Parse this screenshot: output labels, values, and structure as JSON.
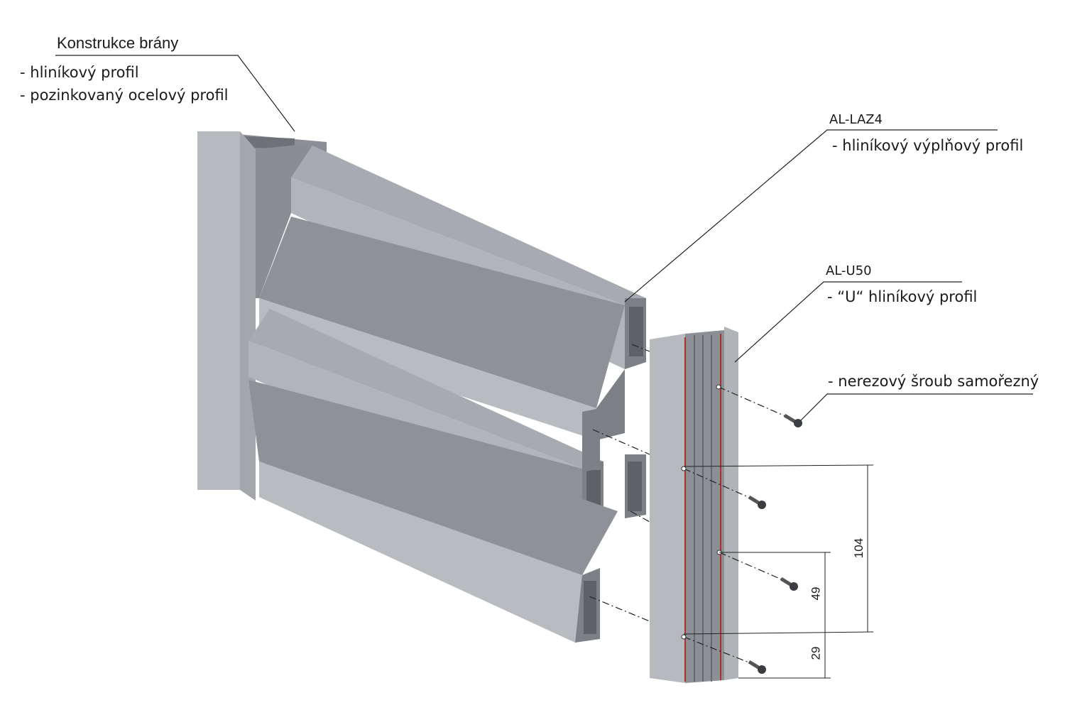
{
  "gate_construction": {
    "title": "Konstrukce brány",
    "items": [
      "- hliníkový profil",
      "- pozinkovaný ocelový profil"
    ]
  },
  "al_laz4": {
    "code": "AL-LAZ4",
    "description": "- hliníkový výplňový profil"
  },
  "al_u50": {
    "code": "AL-U50",
    "description": "- “U“ hliníkový profil"
  },
  "screw": {
    "description": "- nerezový šroub samořezný"
  },
  "dimensions": {
    "d104": "104",
    "d49": "49",
    "d29": "29"
  },
  "colors": {
    "metal_light": "#b4b7bc",
    "metal_mid": "#9a9da3",
    "metal_dark": "#7f8389",
    "red_line": "#b03030"
  }
}
